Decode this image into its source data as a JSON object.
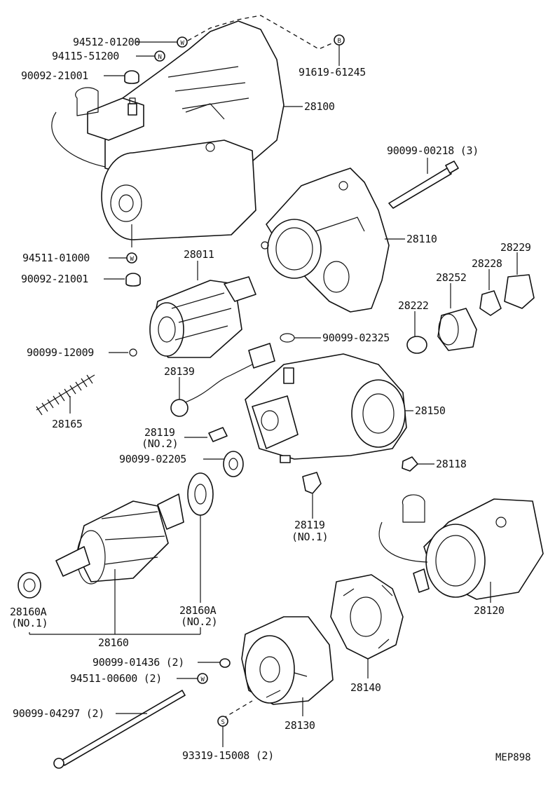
{
  "labels": {
    "p94512": "94512-01200",
    "p94115": "94115-51200",
    "p90092a": "90092-21001",
    "p91619": "91619-61245",
    "p28100": "28100",
    "p90099_00218": "90099-00218 (3)",
    "p28110": "28110",
    "p94511_01000": "94511-01000",
    "p90092b": "90092-21001",
    "p28011": "28011",
    "p28229": "28229",
    "p28228": "28228",
    "p28252": "28252",
    "p28222": "28222",
    "p90099_02325": "90099-02325",
    "p90099_12009": "90099-12009",
    "p28139": "28139",
    "p28150": "28150",
    "p28165": "28165",
    "p28119_no2_a": "28119",
    "p28119_no2_b": "(NO.2)",
    "p90099_02205": "90099-02205",
    "p28118": "28118",
    "p28119_no1_a": "28119",
    "p28119_no1_b": "(NO.1)",
    "p28160a_no1_a": "28160A",
    "p28160a_no1_b": "(NO.1)",
    "p28160a_no2_a": "28160A",
    "p28160a_no2_b": "(NO.2)",
    "p28160": "28160",
    "p28120": "28120",
    "p90099_01436": "90099-01436 (2)",
    "p94511_00600": "94511-00600 (2)",
    "p28140": "28140",
    "p90099_04297": "90099-04297 (2)",
    "p28130": "28130",
    "p93319": "93319-15008 (2)",
    "diagram_code": "MEP898"
  },
  "markers": {
    "w": "W",
    "n": "N",
    "b": "B",
    "s": "S"
  }
}
